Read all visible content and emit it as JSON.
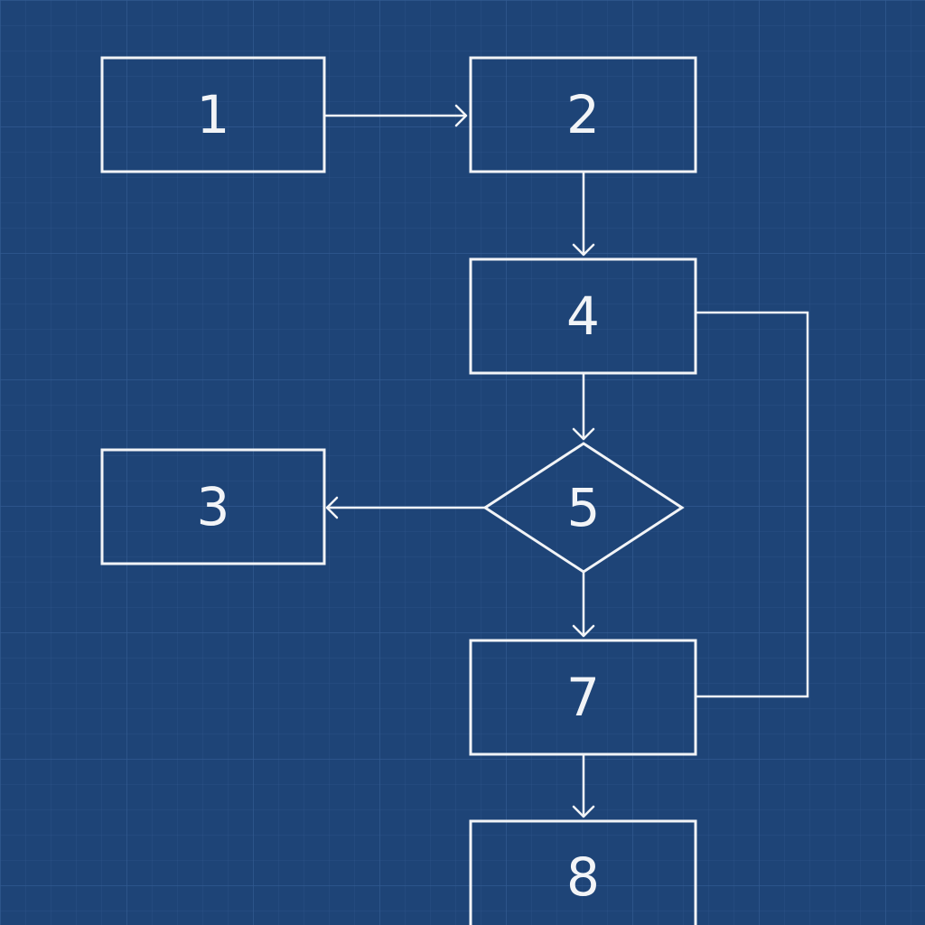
{
  "colors": {
    "background": "#1e4477",
    "grid_minor": "#2b5185",
    "grid_major": "#315a91",
    "stroke": "#f2f4f7"
  },
  "diagram": {
    "type": "flowchart",
    "nodes": [
      {
        "id": "n1",
        "shape": "rect",
        "label": "1"
      },
      {
        "id": "n2",
        "shape": "rect",
        "label": "2"
      },
      {
        "id": "n4",
        "shape": "rect",
        "label": "4"
      },
      {
        "id": "n5",
        "shape": "diamond",
        "label": "5"
      },
      {
        "id": "n3",
        "shape": "rect",
        "label": "3"
      },
      {
        "id": "n7",
        "shape": "rect",
        "label": "7"
      },
      {
        "id": "n8",
        "shape": "rect",
        "label": "8"
      }
    ],
    "edges": [
      {
        "from": "n1",
        "to": "n2",
        "arrow": true
      },
      {
        "from": "n2",
        "to": "n4",
        "arrow": true
      },
      {
        "from": "n4",
        "to": "n5",
        "arrow": true
      },
      {
        "from": "n5",
        "to": "n3",
        "arrow": true
      },
      {
        "from": "n5",
        "to": "n7",
        "arrow": true
      },
      {
        "from": "n7",
        "to": "n8",
        "arrow": true
      },
      {
        "from": "n4",
        "to": "n7",
        "arrow": false
      }
    ]
  }
}
